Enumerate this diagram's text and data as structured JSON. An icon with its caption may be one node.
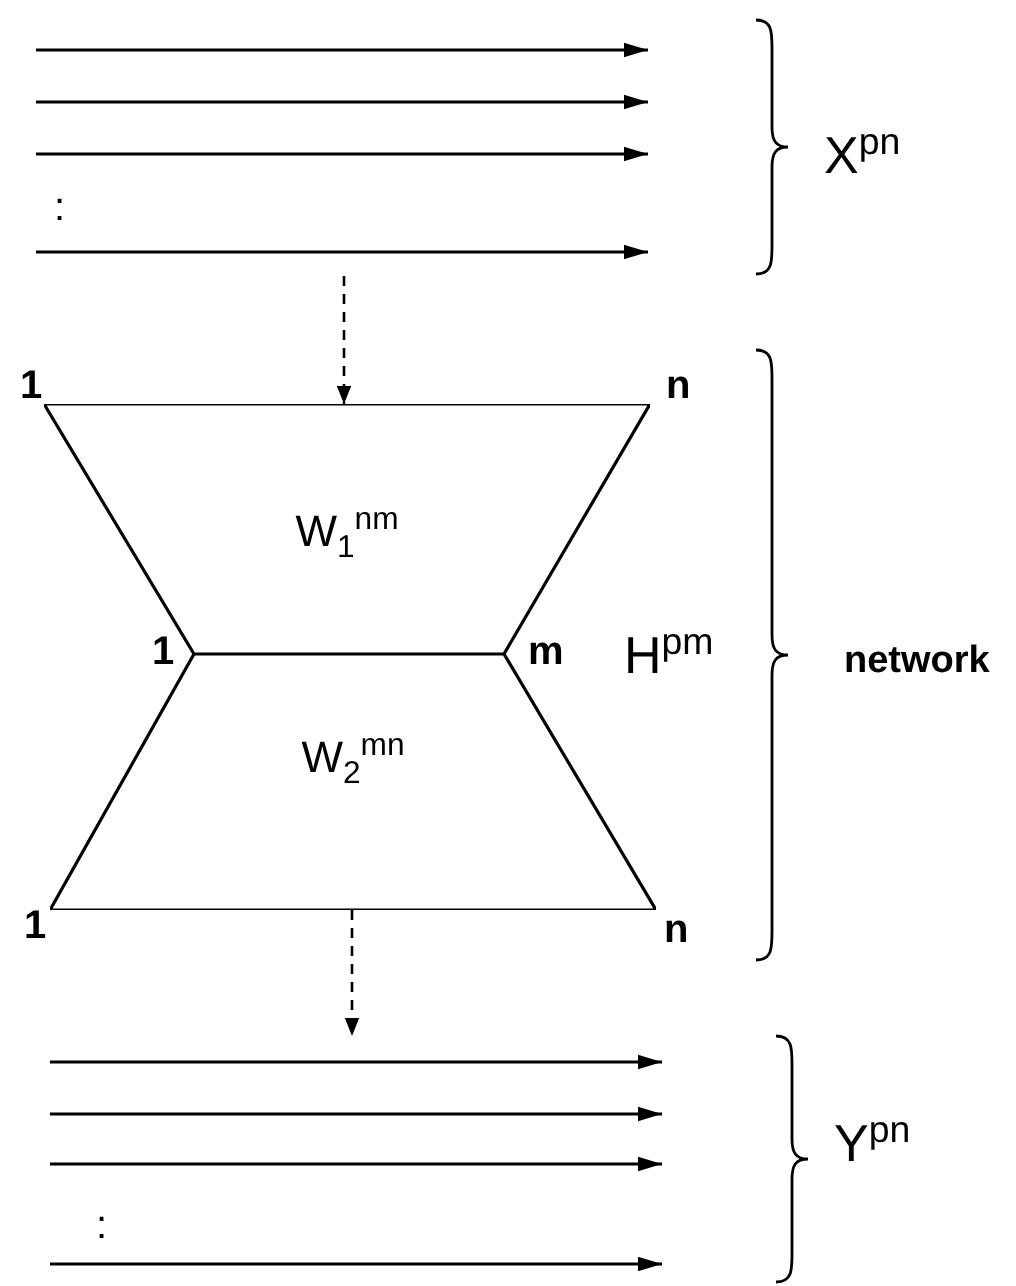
{
  "diagram": {
    "nodes": [
      {
        "text": [
          "W$_{1}$$^{nm}$"
        ]
      },
      {
        "text": [
          "W$_{2}$$^{mn}$"
        ]
      }
    ],
    "edges": [
      {
        "from": null,
        "to": 0,
        "arrow": "to",
        "style": "dashed"
      },
      {
        "from": 1,
        "to": null,
        "arrow": "to",
        "style": "dashed"
      }
    ],
    "labels": [
      ":",
      "X$^{pn}$",
      "1",
      "n",
      "1",
      "m",
      "H$^{pm}$",
      "network",
      "1",
      "n",
      "Y$^{pn}$",
      ":"
    ]
  }
}
